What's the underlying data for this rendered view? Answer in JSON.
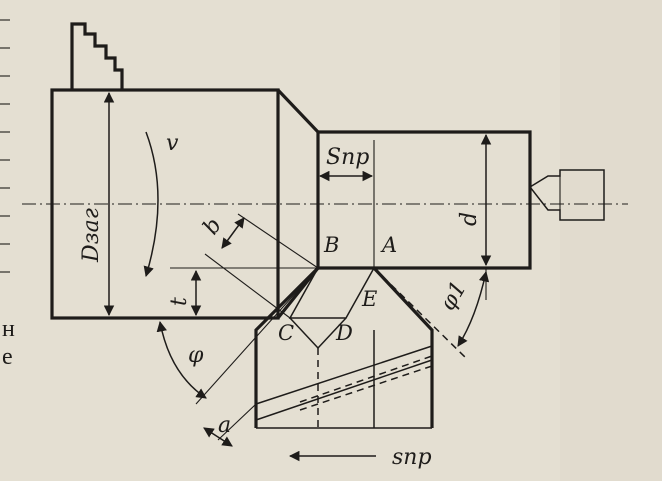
{
  "labels": {
    "v": "v",
    "d_zag": "Dзаг",
    "s_pr_top": "Sпр",
    "d": "d",
    "b": "b",
    "t": "t",
    "B": "B",
    "A": "A",
    "E": "E",
    "C": "C",
    "D": "D",
    "phi": "φ",
    "phi1": "φ1",
    "a": "a",
    "s_pr_bottom": "sпр"
  },
  "margin": {
    "char_top": "н",
    "char_bottom": "е"
  }
}
